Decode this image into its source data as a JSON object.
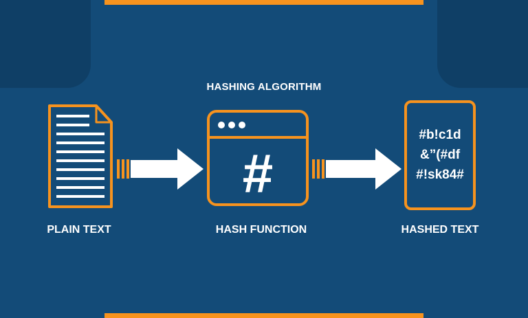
{
  "title": "HASHING ALGORITHM",
  "labels": {
    "plain": "PLAIN TEXT",
    "hash_function": "HASH FUNCTION",
    "hashed": "HASHED TEXT"
  },
  "hashed_text": [
    "#b!c1d",
    "&”(#df",
    "#!sk84#"
  ],
  "hash_symbol": "#",
  "colors": {
    "background": "#134b78",
    "accent": "#f7931e",
    "text": "#ffffff"
  },
  "icons": [
    "document-icon",
    "arrow-right-icon",
    "browser-window-icon",
    "hash-icon",
    "device-frame-icon"
  ]
}
